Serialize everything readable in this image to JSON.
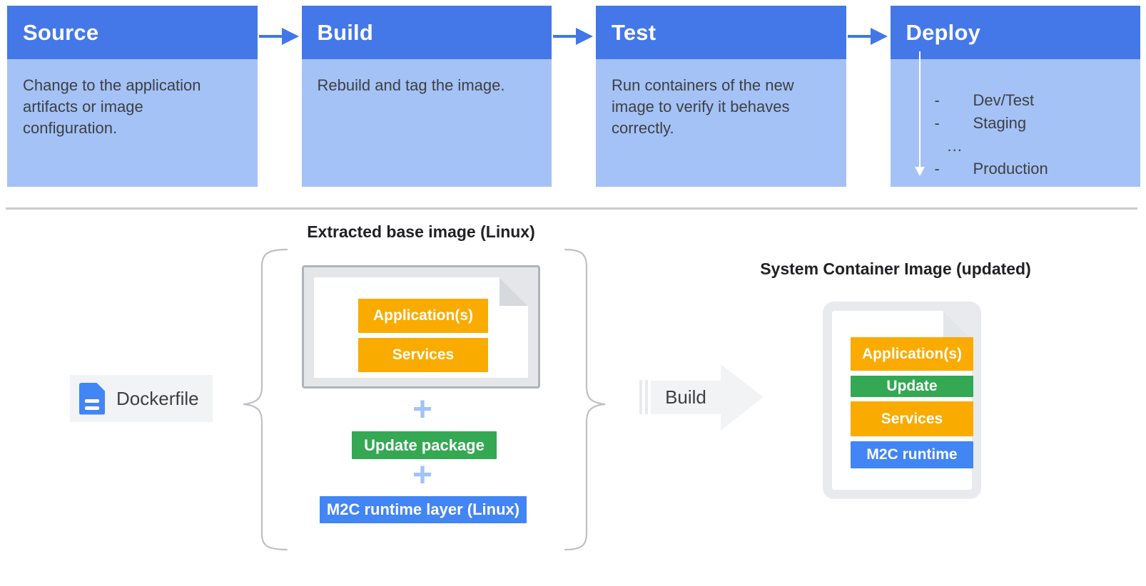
{
  "pipeline": {
    "stages": [
      {
        "title": "Source",
        "description": "Change to the application artifacts or image configuration."
      },
      {
        "title": "Build",
        "description": "Rebuild and tag the image."
      },
      {
        "title": "Test",
        "description": "Run containers of the new image to verify it behaves correctly."
      },
      {
        "title": "Deploy",
        "environments": [
          {
            "bullet": "-",
            "label": "Dev/Test"
          },
          {
            "bullet": "-",
            "label": "Staging"
          },
          {
            "bullet": "",
            "label": "..."
          },
          {
            "bullet": "-",
            "label": "Production"
          }
        ]
      }
    ]
  },
  "build_flow": {
    "dockerfile_label": "Dockerfile",
    "extracted_image_title": "Extracted base image (Linux)",
    "base_image_layers": [
      "Application(s)",
      "Services"
    ],
    "plus_sign": "+",
    "update_package_label": "Update package",
    "runtime_layer_label": "M2C runtime layer (Linux)",
    "build_arrow_label": "Build",
    "result_title": "System Container Image (updated)",
    "result_layers": [
      {
        "label": "Application(s)",
        "color": "#F9AB00"
      },
      {
        "label": "Update",
        "color": "#34A853"
      },
      {
        "label": "Services",
        "color": "#F9AB00"
      },
      {
        "label": "M2C runtime",
        "color": "#4285F4"
      }
    ]
  },
  "colors": {
    "stage_header_blue": "#4478E8",
    "stage_body_blue": "#A5C2F6",
    "flow_arrow_blue": "#4177E8",
    "layer_yellow": "#F9AB00",
    "layer_green": "#34A853",
    "layer_blue": "#4285F4",
    "plus_light_blue": "#A0C3F8",
    "chip_gray": "#F1F3F4",
    "doc_frame_gray": "#E8EAED",
    "divider_gray": "#C9CCD0",
    "text_dark": "#3C4043"
  }
}
